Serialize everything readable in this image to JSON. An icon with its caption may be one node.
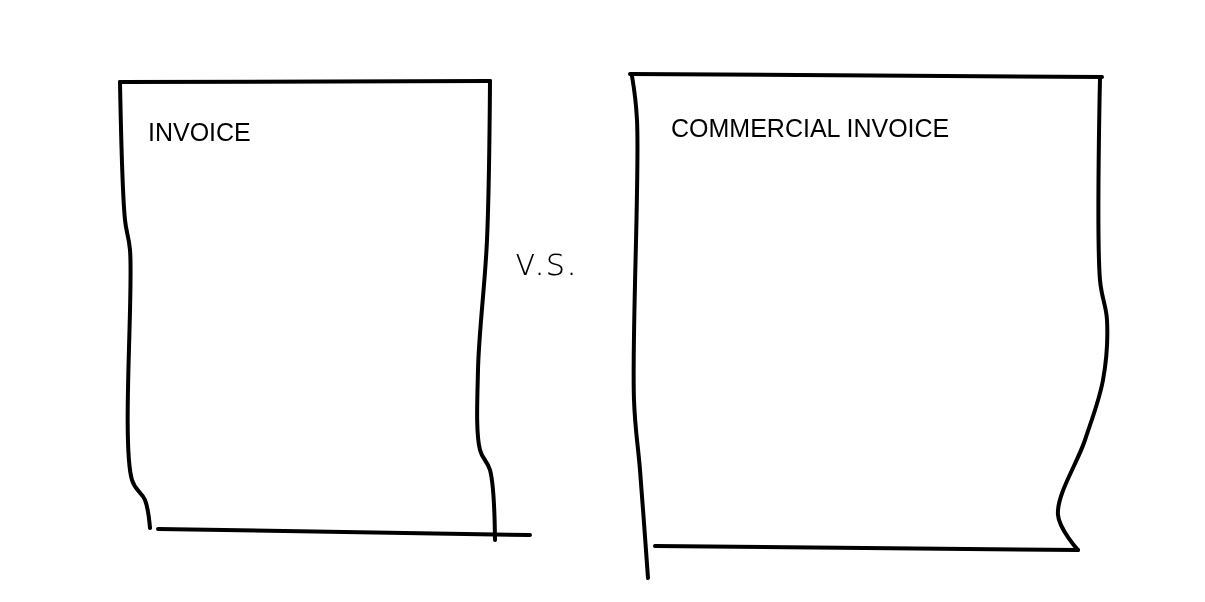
{
  "diagram": {
    "nodes": [
      {
        "text": [
          "INVOICE"
        ]
      },
      {
        "text": [
          "COMMERCIAL INVOICE"
        ]
      }
    ],
    "labels": [
      "v.s."
    ]
  }
}
